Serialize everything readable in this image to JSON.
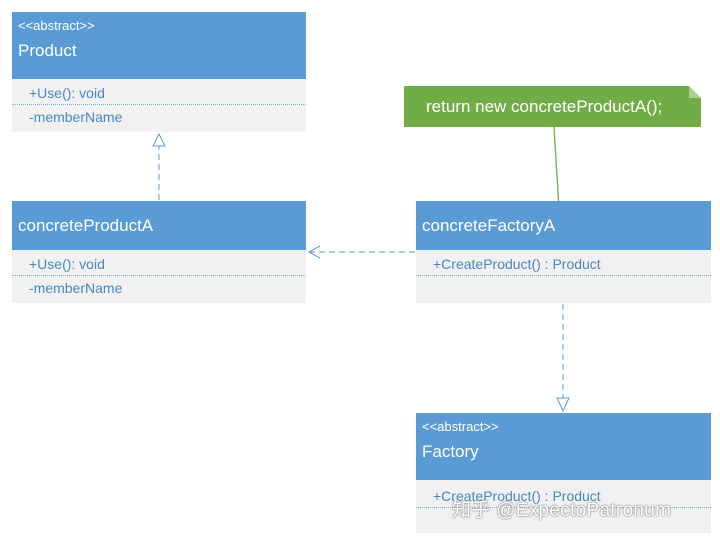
{
  "product": {
    "stereotype": "<<abstract>>",
    "name": "Product",
    "members": [
      "+Use(): void",
      "-memberName"
    ]
  },
  "concrete_product": {
    "name": "concreteProductA",
    "members": [
      "+Use(): void",
      "-memberName"
    ]
  },
  "concrete_factory": {
    "name": "concreteFactoryA",
    "members": [
      "+CreateProduct() : Product"
    ]
  },
  "factory": {
    "stereotype": "<<abstract>>",
    "name": "Factory",
    "members": [
      "+CreateProduct() : Product"
    ]
  },
  "note": {
    "text": "return new concreteProductA();"
  },
  "watermark": "知乎 @ExpectoPatronum",
  "colors": {
    "class_header": "#5b9bd5",
    "class_body": "#f1f1f1",
    "member_text": "#4a86c5",
    "note": "#70ad47",
    "connector": "#5b9bd5",
    "note_connector": "#70ad47"
  }
}
